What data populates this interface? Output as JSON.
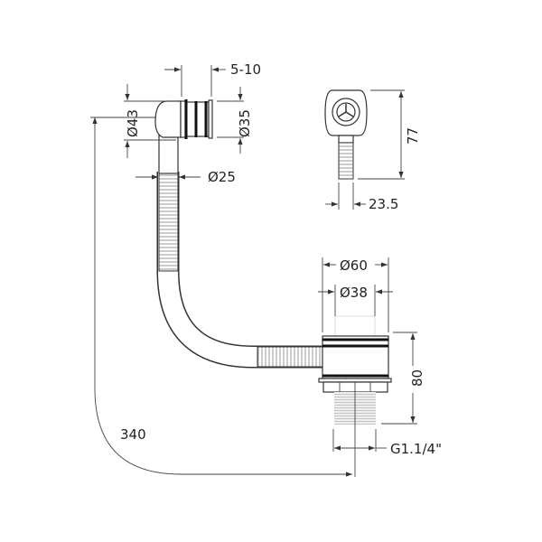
{
  "title": "Bath waste and overflow technical drawing",
  "dimensions": {
    "overflow_depth": "5-10",
    "overflow_outer_diameter": "Ø43",
    "overflow_inner_diameter": "Ø35",
    "hose_diameter": "Ø25",
    "side_height": "77",
    "side_width": "23.5",
    "waste_outer_diameter": "Ø60",
    "waste_inner_diameter": "Ø38",
    "waste_height": "80",
    "thread_size": "G1.1/4\"",
    "overall_length": "340"
  }
}
